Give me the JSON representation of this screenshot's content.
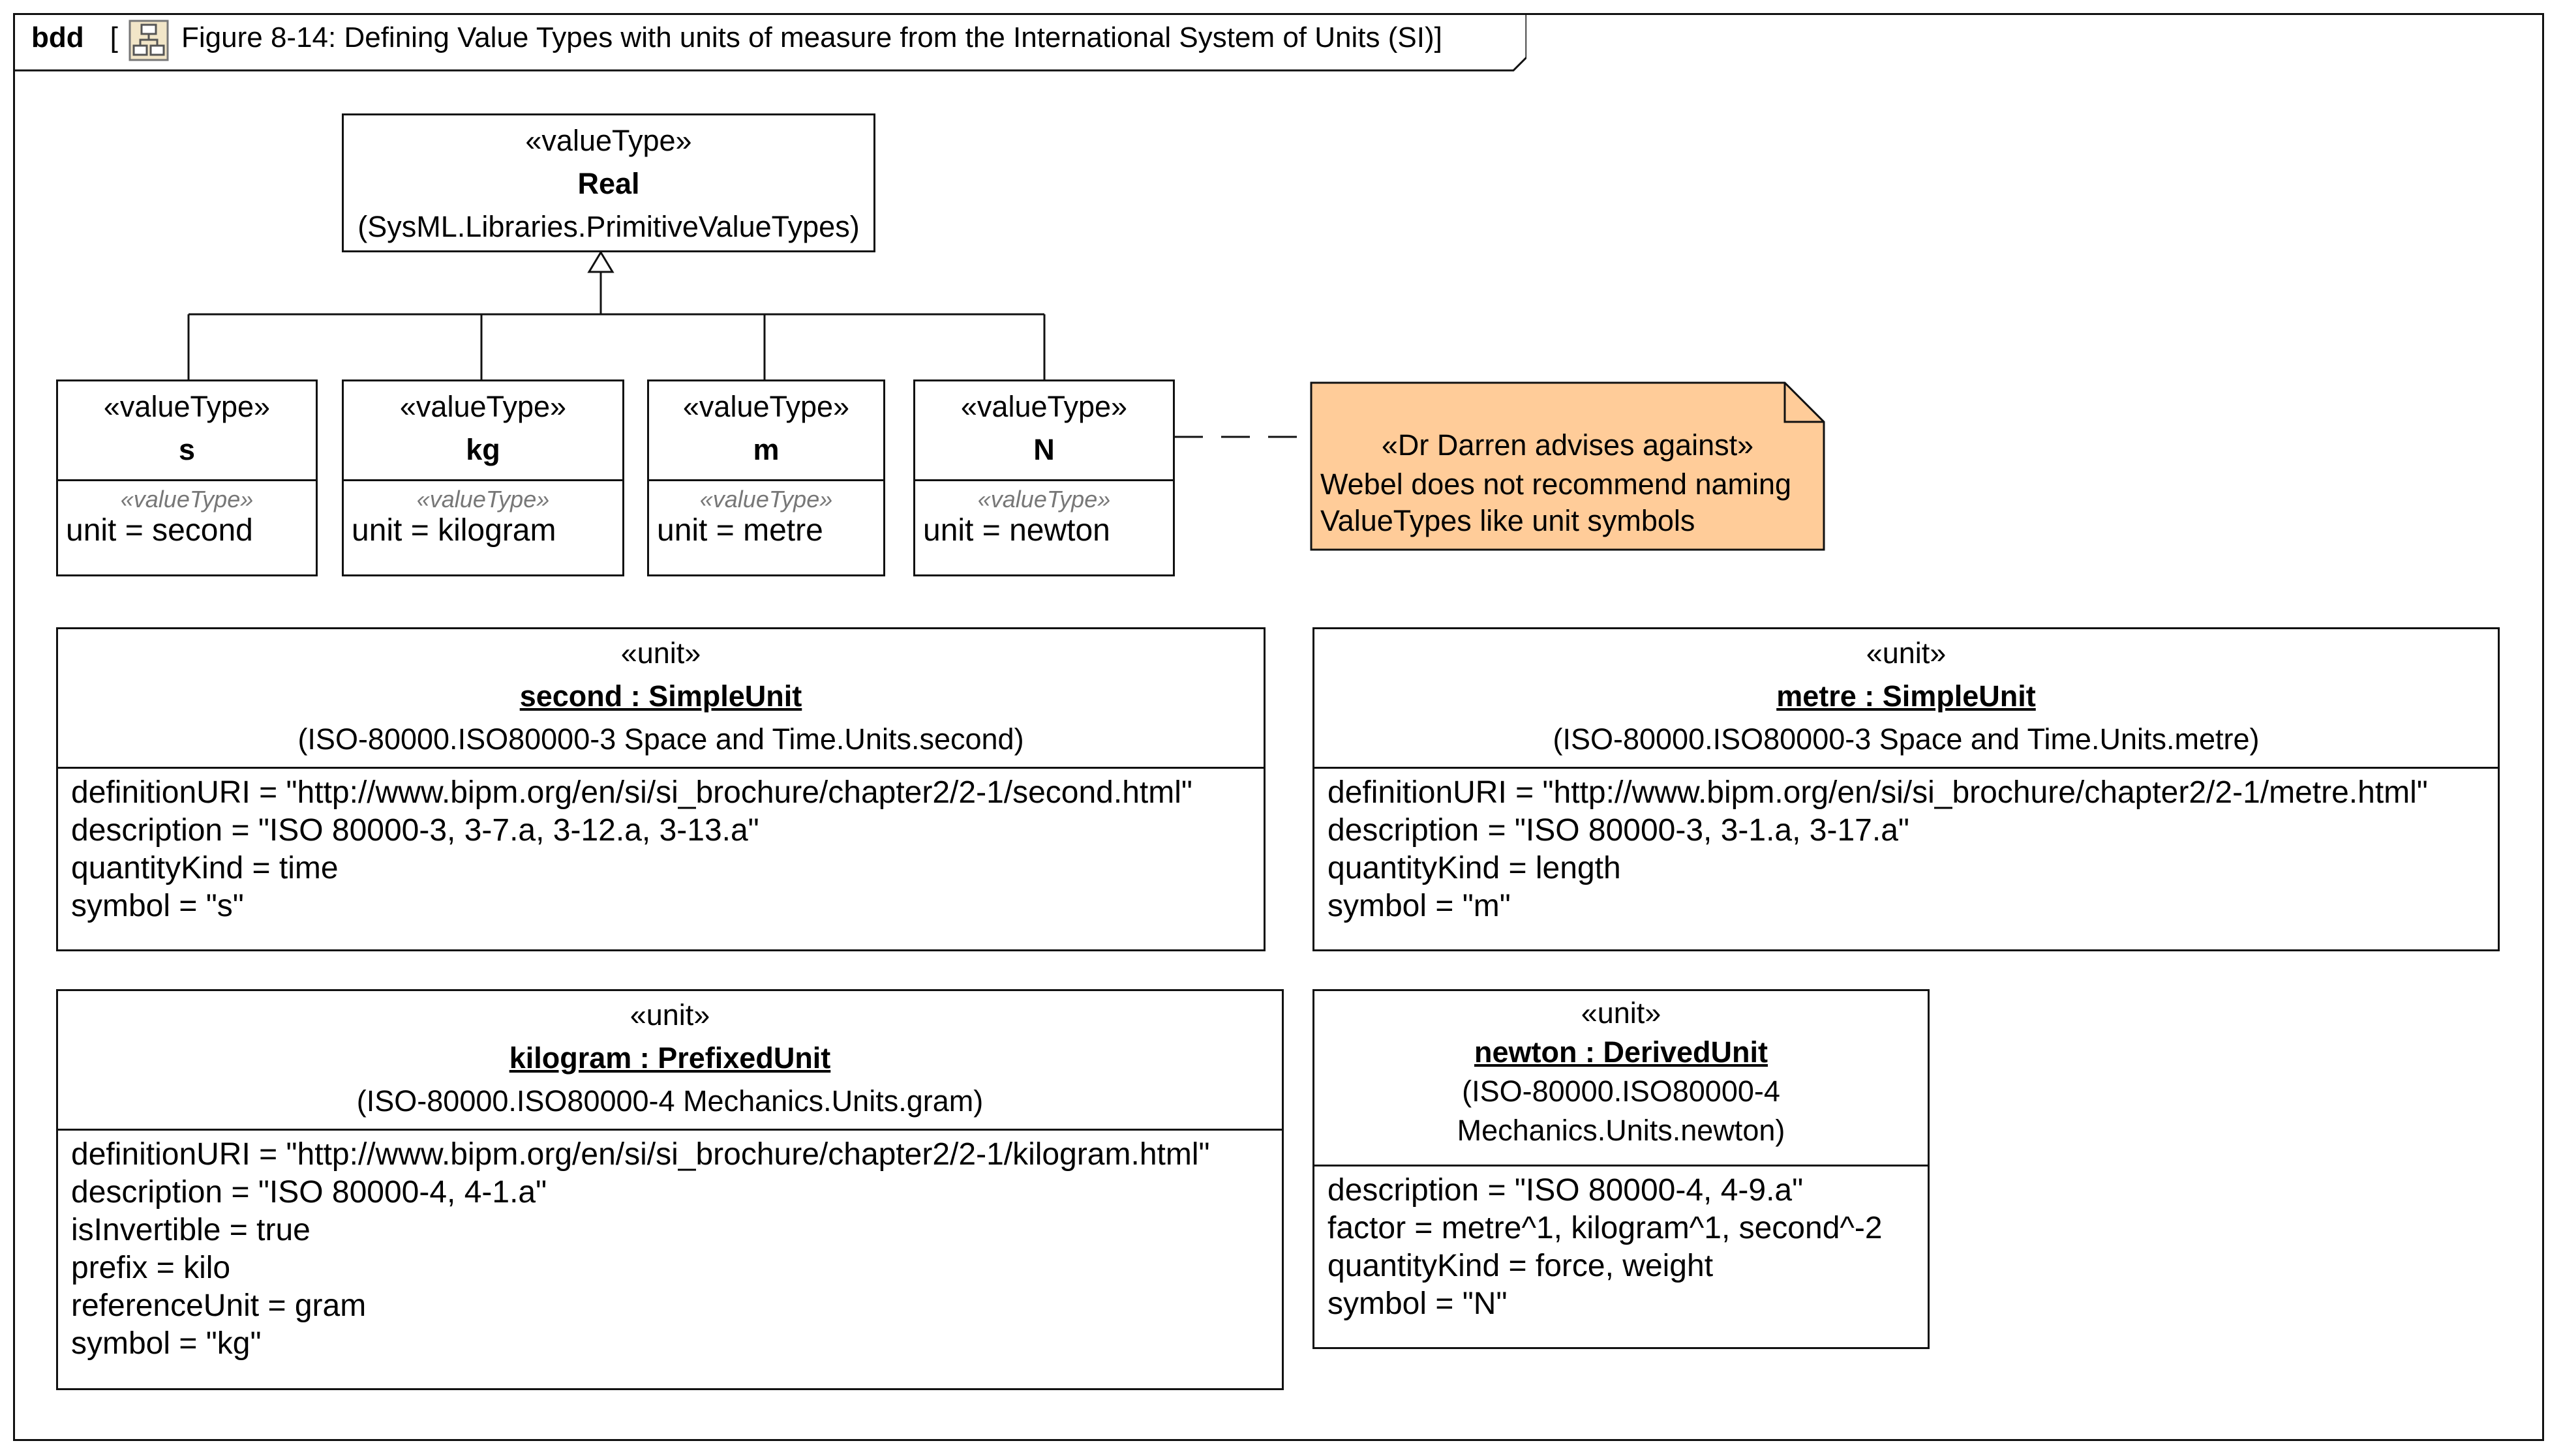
{
  "frame": {
    "kind": "bdd",
    "bracket": "[",
    "title": "Figure 8-14: Defining Value Types with units of measure from the International System of Units (SI)]",
    "icon": "diagram-icon"
  },
  "real": {
    "stereotype": "«valueType»",
    "name": "Real",
    "qualifier": "(SysML.Libraries.PrimitiveValueTypes)"
  },
  "value_types": [
    {
      "stereotype": "«valueType»",
      "name": "s",
      "attr_stereotype": "«valueType»",
      "attr": "unit = second"
    },
    {
      "stereotype": "«valueType»",
      "name": "kg",
      "attr_stereotype": "«valueType»",
      "attr": "unit = kilogram"
    },
    {
      "stereotype": "«valueType»",
      "name": "m",
      "attr_stereotype": "«valueType»",
      "attr": "unit = metre"
    },
    {
      "stereotype": "«valueType»",
      "name": "N",
      "attr_stereotype": "«valueType»",
      "attr": "unit = newton"
    }
  ],
  "note": {
    "stereotype": "«Dr Darren advises against»",
    "line1": "Webel does not recommend naming",
    "line2": "ValueTypes like unit symbols",
    "fill": "#ffcc99"
  },
  "units": {
    "second": {
      "stereotype": "«unit»",
      "name": "second : SimpleUnit",
      "qualifier": "(ISO-80000.ISO80000-3 Space and Time.Units.second)",
      "attrs": [
        "definitionURI = \"http://www.bipm.org/en/si/si_brochure/chapter2/2-1/second.html\"",
        "description = \"ISO 80000-3, 3-7.a, 3-12.a, 3-13.a\"",
        "quantityKind = time",
        "symbol = \"s\""
      ]
    },
    "metre": {
      "stereotype": "«unit»",
      "name": "metre : SimpleUnit",
      "qualifier": "(ISO-80000.ISO80000-3 Space and Time.Units.metre)",
      "attrs": [
        "definitionURI = \"http://www.bipm.org/en/si/si_brochure/chapter2/2-1/metre.html\"",
        "description = \"ISO 80000-3, 3-1.a, 3-17.a\"",
        "quantityKind = length",
        "symbol = \"m\""
      ]
    },
    "kilogram": {
      "stereotype": "«unit»",
      "name": "kilogram : PrefixedUnit",
      "qualifier": "(ISO-80000.ISO80000-4 Mechanics.Units.gram)",
      "attrs": [
        "definitionURI = \"http://www.bipm.org/en/si/si_brochure/chapter2/2-1/kilogram.html\"",
        "description = \"ISO 80000-4, 4-1.a\"",
        "isInvertible = true",
        "prefix = kilo",
        "referenceUnit = gram",
        "symbol = \"kg\""
      ]
    },
    "newton": {
      "stereotype": "«unit»",
      "name": "newton : DerivedUnit",
      "qualifier_line1": "(ISO-80000.ISO80000-4",
      "qualifier_line2": "Mechanics.Units.newton)",
      "attrs": [
        "description = \"ISO 80000-4, 4-9.a\"",
        "factor = metre^1, kilogram^1, second^-2",
        "quantityKind = force, weight",
        "symbol = \"N\""
      ]
    }
  }
}
